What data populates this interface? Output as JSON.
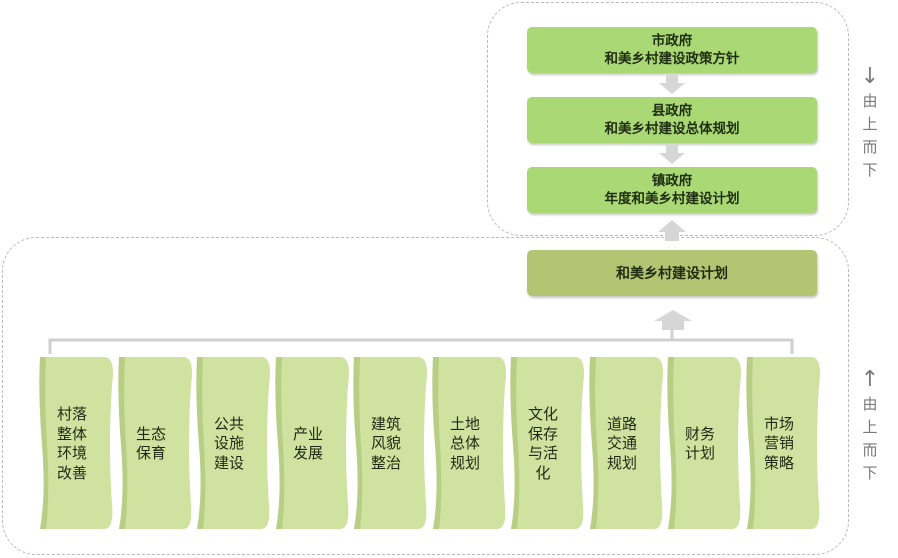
{
  "levels": [
    {
      "name": "市政府",
      "plan": "和美乡村建设政策方针"
    },
    {
      "name": "县政府",
      "plan": "和美乡村建设总体规划"
    },
    {
      "name": "镇政府",
      "plan": "年度和美乡村建设计划"
    }
  ],
  "plan_box": "和美乡村建设计划",
  "columns": [
    "村落\n整体\n环境\n改善",
    "生态\n保育",
    "公共\n设施\n建设",
    "产业\n发展",
    "建筑\n风貌\n整治",
    "土地\n总体\n规划",
    "文化\n保存\n与活\n化",
    "道路\n交通\n规划",
    "财务\n计划",
    "市场\n营销\n策略"
  ],
  "side_top": {
    "arrow": "↓",
    "chars": [
      "由",
      "上",
      "而",
      "下"
    ]
  },
  "side_bottom": {
    "arrow": "↑",
    "chars": [
      "由",
      "上",
      "而",
      "下"
    ]
  },
  "colors": {
    "level_fill": "#a9d874",
    "plan_fill": "#b4c473",
    "column_fill": "#cfe2a0",
    "connector_arrow": "#d6d6d6",
    "dashed_border": "#b9b9b9"
  }
}
